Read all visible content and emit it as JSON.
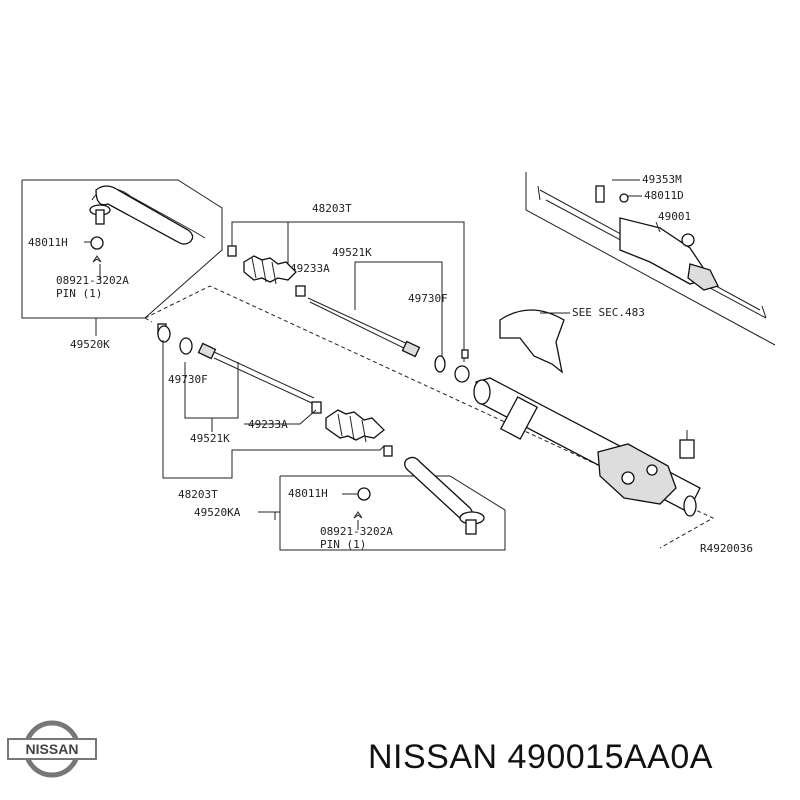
{
  "diagram": {
    "labels": {
      "p48203T_top": "48203T",
      "p49521K_top": "49521K",
      "p49233A_top": "49233A",
      "p49730F_top": "49730F",
      "p48011H_left": "48011H",
      "p08921_left": "08921-3202A",
      "pin_left": "PIN (1)",
      "p49520K": "49520K",
      "p49730F_mid": "49730F",
      "p49233A_mid": "49233A",
      "p49521K_mid": "49521K",
      "p48203T_bot": "48203T",
      "p49520KA": "49520KA",
      "p48011H_right": "48011H",
      "p08921_right": "08921-3202A",
      "pin_right": "PIN (1)",
      "p49353M": "49353M",
      "p48011D": "48011D",
      "p49001": "49001",
      "see_sec": "SEE SEC.483",
      "ref_code": "R4920036"
    }
  },
  "brand": {
    "logo_text": "NISSAN",
    "title": "NISSAN 490015AA0A"
  }
}
